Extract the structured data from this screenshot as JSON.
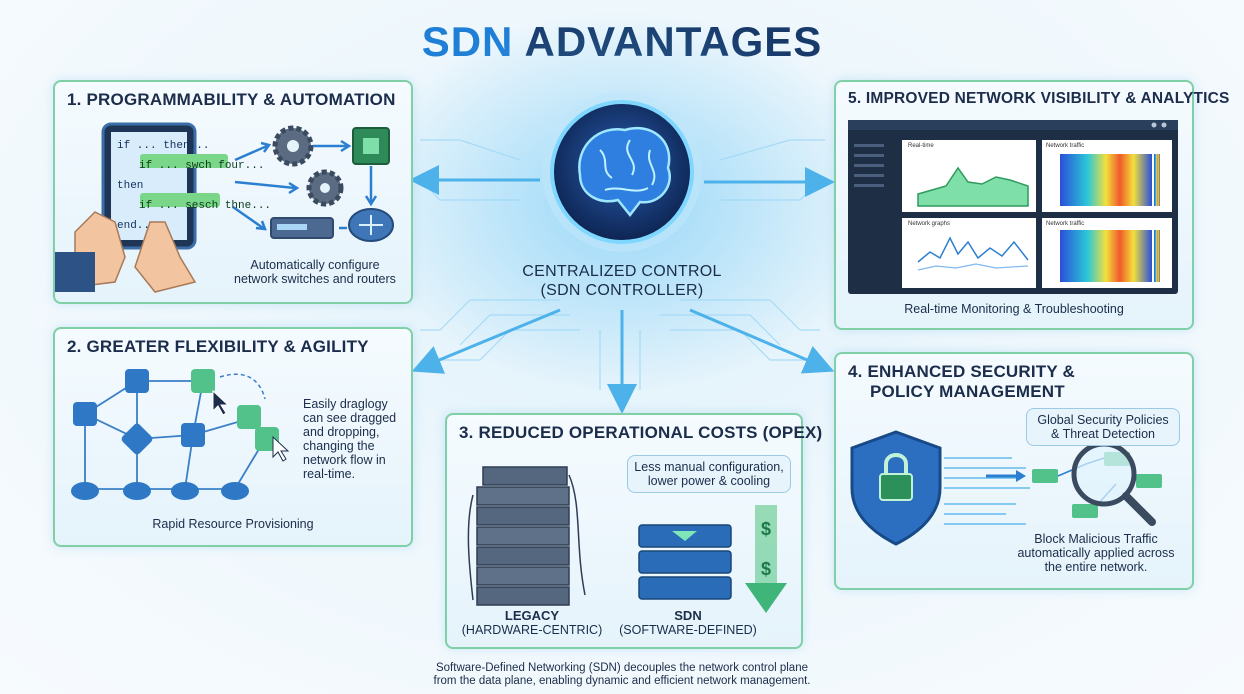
{
  "title": {
    "part1": "SDN",
    "part2": "ADVANTAGES"
  },
  "center": {
    "line1": "CENTRALIZED CONTROL",
    "line2": "(SDN CONTROLLER)"
  },
  "panels": {
    "p1": {
      "title": "1. PROGRAMMABILITY & AUTOMATION",
      "code": [
        "if ... then...",
        "if ... swch four...",
        "then",
        "if ... sesch thne...",
        "end.."
      ],
      "caption1": "Automatically configure",
      "caption2": "network switches and routers"
    },
    "p2": {
      "title": "2. GREATER FLEXIBILITY & AGILITY",
      "text": [
        "Easily draglogy",
        "can see dragged",
        "and dropping,",
        "changing the",
        "network flow in",
        "real-time."
      ],
      "caption": "Rapid Resource Provisioning"
    },
    "p3": {
      "title": "3. REDUCED OPERATIONAL COSTS (OPEX)",
      "bubble1": "Less manual configuration,",
      "bubble2": "lower power & cooling",
      "legacy": "LEGACY",
      "legacy_sub": "(HARDWARE-CENTRIC)",
      "sdn": "SDN",
      "sdn_sub": "(SOFTWARE-DEFINED)"
    },
    "p4": {
      "title1": "4. ENHANCED SECURITY &",
      "title2": "POLICY MANAGEMENT",
      "bubble1": "Global Security Policies",
      "bubble2": "& Threat Detection",
      "caption": [
        "Block Malicious Traffic",
        "automatically applied across",
        "the entire network."
      ]
    },
    "p5": {
      "title": "5. IMPROVED NETWORK VISIBILITY & ANALYTICS",
      "chart_labels": [
        "Real-time",
        "Network traffic",
        "Network graphs",
        "Network traffic"
      ],
      "caption": "Real-time Monitoring & Troubleshooting"
    }
  },
  "footer": {
    "line1": "Software-Defined Networking (SDN) decouples the network control plane",
    "line2": "from the data plane, enabling dynamic and efficient network management."
  },
  "colors": {
    "accent": "#1f7fd6",
    "border": "#7fd0a6",
    "glow": "#5fc3f5",
    "dark": "#173a6b"
  }
}
